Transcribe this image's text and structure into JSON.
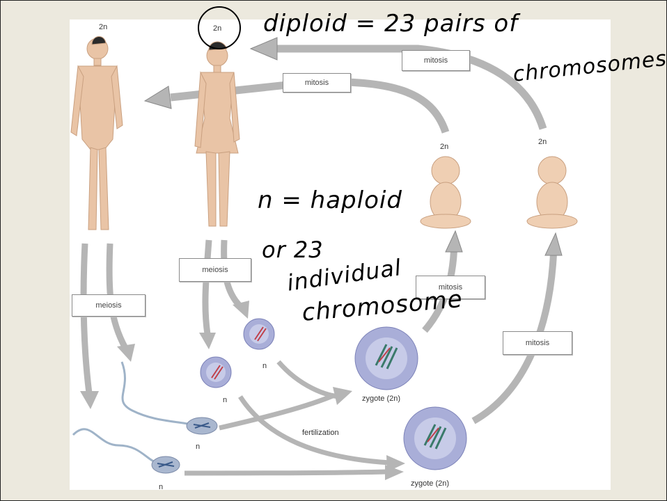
{
  "labels": {
    "ploidy_man": "2n",
    "ploidy_woman": "2n",
    "ploidy_baby1": "2n",
    "ploidy_baby2": "2n",
    "mitosis_top": "mitosis",
    "mitosis_second": "mitosis",
    "meiosis_left": "meiosis",
    "meiosis_center": "meiosis",
    "mitosis_mid": "mitosis",
    "mitosis_right": "mitosis",
    "egg1_n": "n",
    "egg2_n": "n",
    "sperm1_n": "n",
    "sperm2_n": "n",
    "zygote1": "zygote (2n)",
    "zygote2": "zygote (2n)",
    "fertilization": "fertilization"
  },
  "handwriting": {
    "line1": "diploid = 23 pairs of",
    "line2": "chromosomes",
    "line3": "n = haploid",
    "line4": "or 23",
    "line5": "individual",
    "line6": "chromosome"
  },
  "colors": {
    "arrow": "#b5b5b5",
    "skin": "#e9c4a6",
    "cell": "#a9aed8",
    "ink": "#000000"
  }
}
